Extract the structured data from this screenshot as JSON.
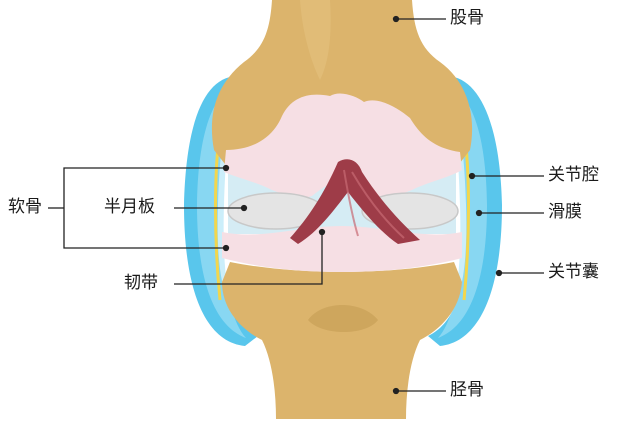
{
  "labels": {
    "femur": "股骨",
    "joint_cavity": "关节腔",
    "synovium": "滑膜",
    "joint_capsule": "关节囊",
    "tibia": "胫骨",
    "cartilage": "软骨",
    "meniscus": "半月板",
    "ligament": "韧带"
  },
  "colors": {
    "bone": "#dcb46c",
    "bone_shadow": "#c39a52",
    "cartilage": "#f6dfe4",
    "capsule": "#59c6ec",
    "capsule_light": "#a9e2f6",
    "synovium": "#f3d64c",
    "joint_cavity": "#d5ecf4",
    "meniscus": "#e4e4e4",
    "ligament": "#9e3c48"
  }
}
